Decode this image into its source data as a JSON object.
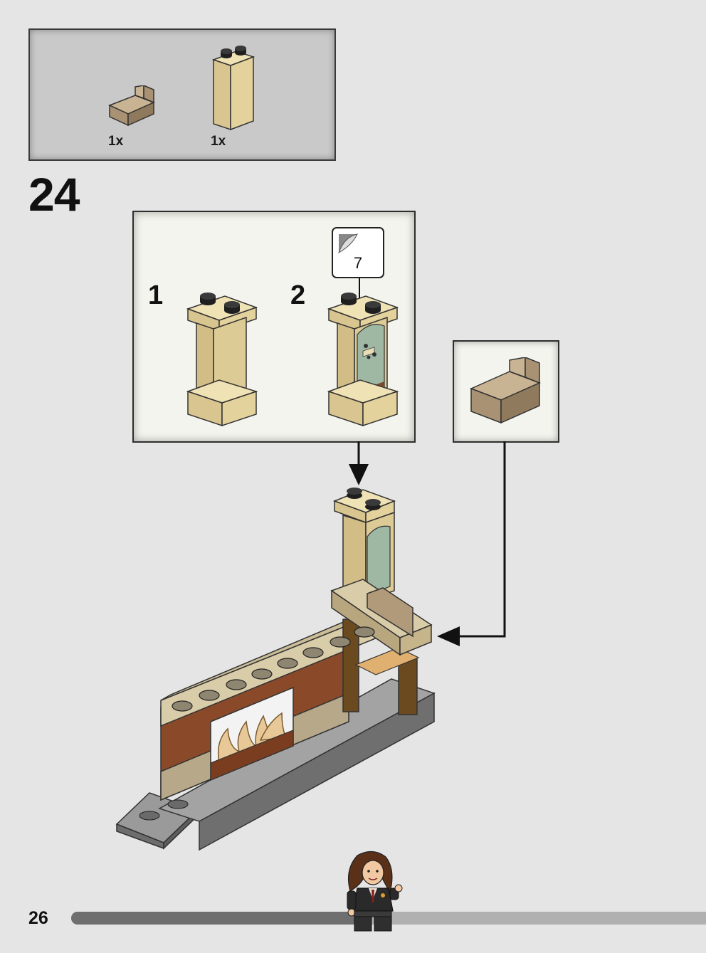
{
  "parts_list": {
    "items": [
      {
        "name": "dark-tan-bench-brick",
        "quantity": "1x",
        "color": "#b09a7a"
      },
      {
        "name": "tan-panel-brick",
        "quantity": "1x",
        "color": "#dfcf9a"
      }
    ]
  },
  "step": {
    "number": "24"
  },
  "subassembly": {
    "substeps": [
      {
        "number": "1"
      },
      {
        "number": "2"
      }
    ],
    "sticker": {
      "number": "7"
    }
  },
  "page": {
    "number": "26",
    "progress": 0.45
  },
  "colors": {
    "tan": "#dfcf9a",
    "dark_tan": "#b09a7a",
    "reddish_brown": "#8a4a2a",
    "dark_gray": "#6f6f6f",
    "black": "#1a1a1a"
  }
}
